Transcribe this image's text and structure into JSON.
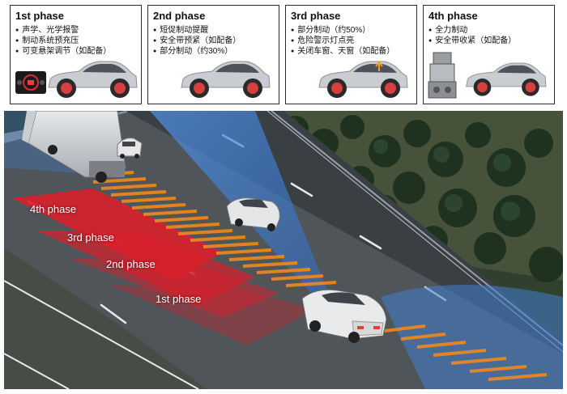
{
  "panels": [
    {
      "title": "1st phase",
      "items": [
        "声学、光学报警",
        "制动系统预充压",
        "可变悬架调节（如配备）"
      ]
    },
    {
      "title": "2nd phase",
      "items": [
        "短促制动提醒",
        "安全带预紧（如配备）",
        "部分制动（约30%）"
      ]
    },
    {
      "title": "3rd phase",
      "items": [
        "部分制动（约50%）",
        "危险警示灯点亮",
        "关闭车窗、天窗（如配备）"
      ]
    },
    {
      "title": "4th phase",
      "items": [
        "全力制动",
        "安全带收紧（如配备）"
      ]
    }
  ],
  "zones": [
    "4th phase",
    "3rd phase",
    "2nd phase",
    "1st phase"
  ],
  "colors": {
    "zone_red": "#d8202a",
    "radar_blue": "#3f7fd0",
    "stripe_orange": "#f08a1c",
    "road": "#4c5054",
    "grass": "#3e4a33"
  }
}
